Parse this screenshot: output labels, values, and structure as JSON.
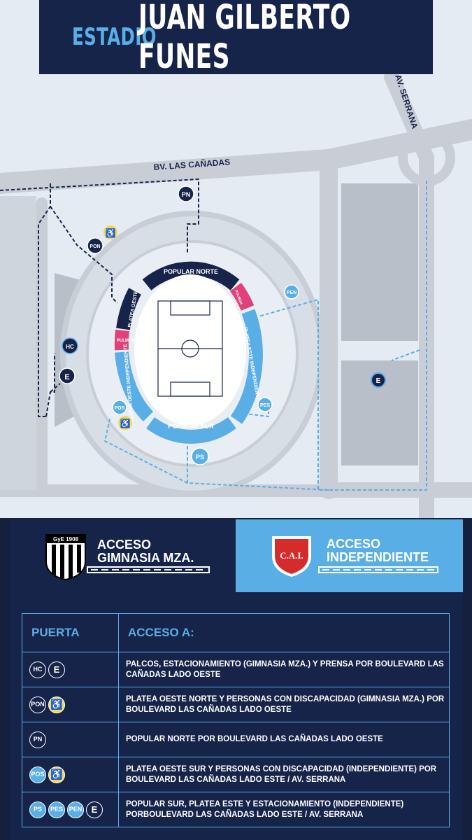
{
  "header": {
    "title_small": "ESTADIO",
    "title_big": "JUAN GILBERTO FUNES"
  },
  "streets": {
    "north": "BV. LAS CAÑADAS",
    "east": "AV. SERRANA"
  },
  "stands": {
    "north": "POPULAR NORTE",
    "south": "POPULAR SUR",
    "west_north": "PLATEA OESTE",
    "west_south": "PLATEA OESTE INDEPENDIENTE",
    "east": "PLATEA ESTE INDEPENDIENTE",
    "buffer_west": "PULMÓN",
    "buffer_east": "PULMÓN"
  },
  "gates": {
    "pn": "PN",
    "pon": "PON",
    "hc": "HC",
    "e": "E",
    "pos": "POS",
    "ps": "PS",
    "pes": "PES",
    "pen": "PEN"
  },
  "legend": {
    "home": {
      "line1": "ACCESO",
      "line2": "GIMNASIA MZA.",
      "crest": "GyE 1908"
    },
    "away": {
      "line1": "ACCESO",
      "line2": "INDEPENDIENTE",
      "crest": "C.A.I."
    }
  },
  "table": {
    "col_gate": "PUERTA",
    "col_access": "ACCESO A:",
    "rows": [
      {
        "gates": [
          "HC",
          "E"
        ],
        "text": "PALCOS, ESTACIONAMIENTO (GIMNASIA MZA.) Y PRENSA POR BOULEVARD LAS CAÑADAS LADO OESTE"
      },
      {
        "gates": [
          "PON",
          "accessible"
        ],
        "text": "PLATEA OESTE NORTE Y PERSONAS CON DISCAPACIDAD (GIMNASIA MZA.) POR BOULEVARD LAS CAÑADAS LADO OESTE"
      },
      {
        "gates": [
          "PN"
        ],
        "text": "POPULAR NORTE POR BOULEVARD LAS CAÑADAS LADO OESTE"
      },
      {
        "gates": [
          "POS",
          "accessible"
        ],
        "text": "PLATEA OESTE SUR Y PERSONAS CON DISCAPACIDAD (INDEPENDIENTE) POR BOULEVARD LAS CAÑADAS LADO ESTE / AV. SERRANA"
      },
      {
        "gates": [
          "PS",
          "PES",
          "PEN",
          "E"
        ],
        "text": "POPULAR SUR, PLATEA ESTE Y ESTACIONAMIENTO (INDEPENDIENTE) PORBOULEVARD LAS CAÑADAS LADO ESTE / AV. SERRANA"
      }
    ]
  },
  "colors": {
    "navy": "#17244a",
    "sky": "#5aaee6",
    "pink": "#e0417a",
    "yellow": "#f6d94a",
    "ground": "#e4ebf3",
    "road": "#c9ced6"
  }
}
